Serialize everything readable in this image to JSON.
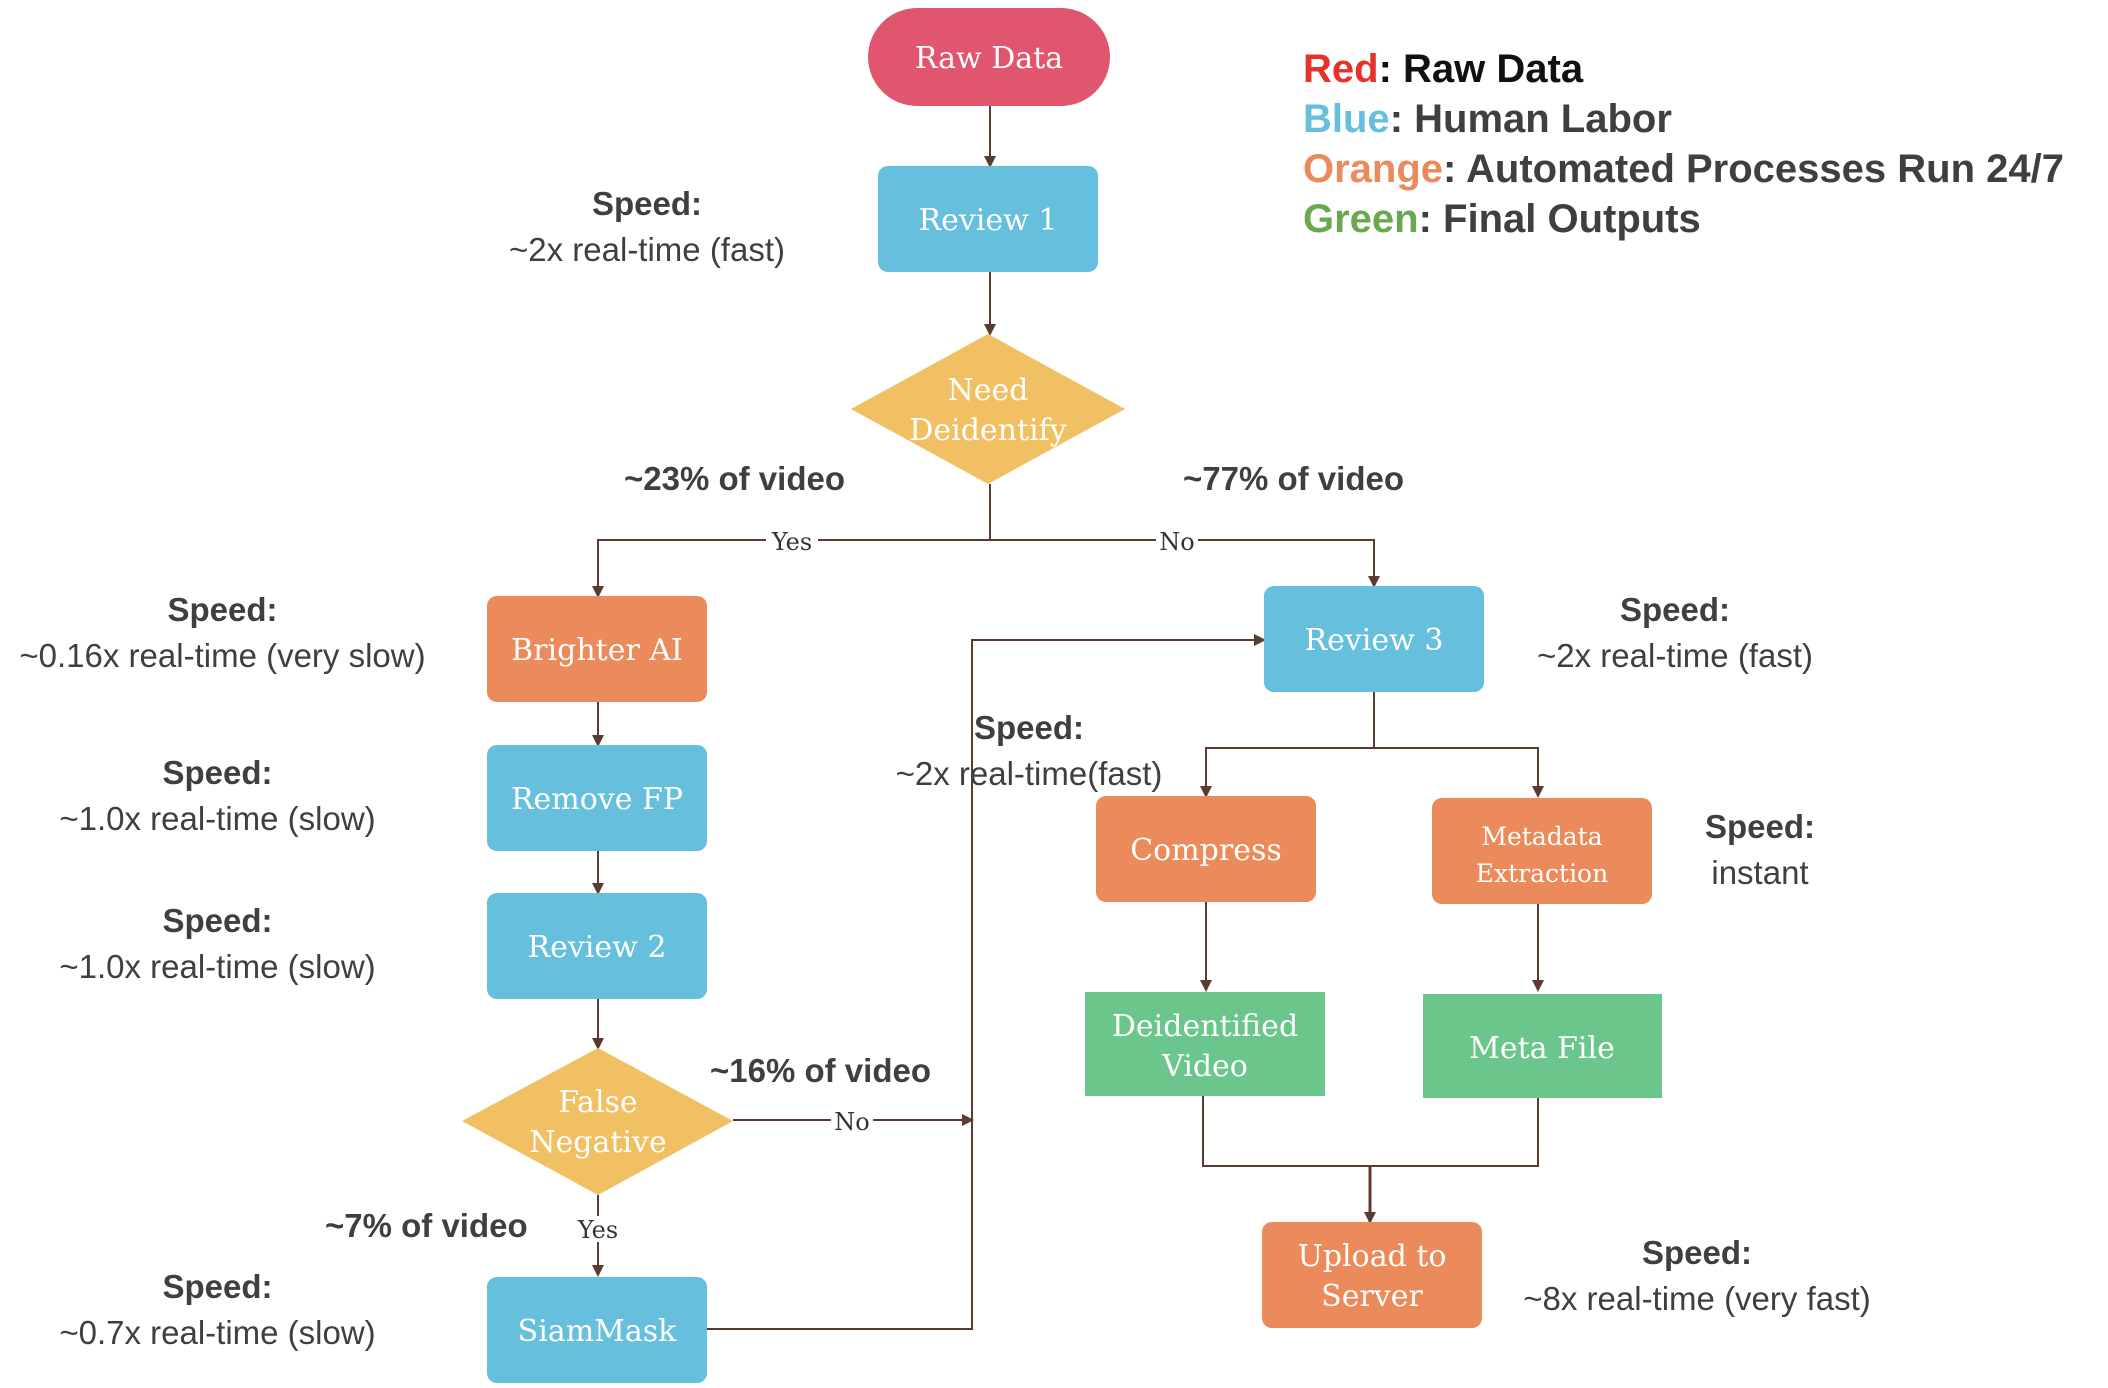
{
  "colors": {
    "raw": "#e0566f",
    "human": "#66bfdd",
    "auto": "#eb8a5a",
    "decision": "#f0c063",
    "output": "#6bc68c",
    "line": "#5b3a30",
    "legend_red": "#e5332a",
    "legend_blue": "#66bfdd",
    "legend_orange": "#eb8a5a",
    "legend_green": "#6aa84f"
  },
  "nodes": {
    "raw_data": "Raw Data",
    "review1": "Review 1",
    "need_deidentify": [
      "Need",
      "Deidentify"
    ],
    "brighter_ai": "Brighter AI",
    "remove_fp": "Remove FP",
    "review2": "Review 2",
    "false_negative": [
      "False",
      "Negative"
    ],
    "siammask": "SiamMask",
    "review3": "Review 3",
    "compress": "Compress",
    "metadata_extraction": [
      "Metadata",
      "Extraction"
    ],
    "deidentified_video": [
      "Deidentified",
      "Video"
    ],
    "meta_file": "Meta File",
    "upload_to_server": [
      "Upload to",
      "Server"
    ]
  },
  "edge_labels": {
    "yes_top": "Yes",
    "no_top": "No",
    "no_fn": "No",
    "yes_fn": "Yes"
  },
  "percentages": {
    "p23": "~23% of video",
    "p77": "~77% of video",
    "p16": "~16% of video",
    "p7": "~7% of video"
  },
  "speeds": {
    "review1": {
      "label": "Speed:",
      "value": "~2x real-time (fast)"
    },
    "brighter_ai": {
      "label": "Speed:",
      "value": "~0.16x real-time (very slow)"
    },
    "remove_fp": {
      "label": "Speed:",
      "value": "~1.0x real-time (slow)"
    },
    "review2": {
      "label": "Speed:",
      "value": "~1.0x real-time (slow)"
    },
    "siammask": {
      "label": "Speed:",
      "value": "~0.7x real-time (slow)"
    },
    "review3": {
      "label": "Speed:",
      "value": "~2x real-time (fast)"
    },
    "middle": {
      "label": "Speed:",
      "value": "~2x real-time(fast)"
    },
    "metadata": {
      "label": "Speed:",
      "value": "instant"
    },
    "upload": {
      "label": "Speed:",
      "value": "~8x real-time (very fast)"
    }
  },
  "legend": [
    {
      "key": "Red",
      "text": ": Raw Data"
    },
    {
      "key": "Blue",
      "text": ": Human Labor"
    },
    {
      "key": "Orange",
      "text": ": Automated Processes Run 24/7"
    },
    {
      "key": "Green",
      "text": ": Final Outputs"
    }
  ]
}
